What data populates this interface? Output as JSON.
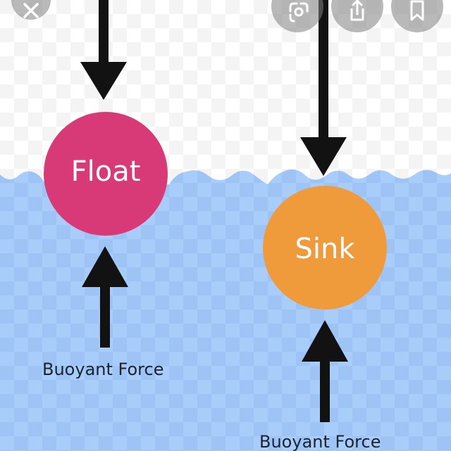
{
  "diagram": {
    "float_label": "Float",
    "sink_label": "Sink",
    "force_label_left": "Buoyant Force",
    "force_label_right": "Buoyant Force",
    "colors": {
      "water": "#a9cdfa",
      "water_check": "#9fc5f7",
      "air": "#ffffff",
      "float_ball": "#d73a76",
      "sink_ball": "#ef9b3c",
      "arrow": "#121212",
      "text": "#1b2230"
    }
  },
  "overlay_controls": {
    "close": {
      "icon": "close-icon"
    },
    "lens": {
      "icon": "lens-icon"
    },
    "share": {
      "icon": "share-icon"
    },
    "save": {
      "icon": "bookmark-icon"
    }
  }
}
